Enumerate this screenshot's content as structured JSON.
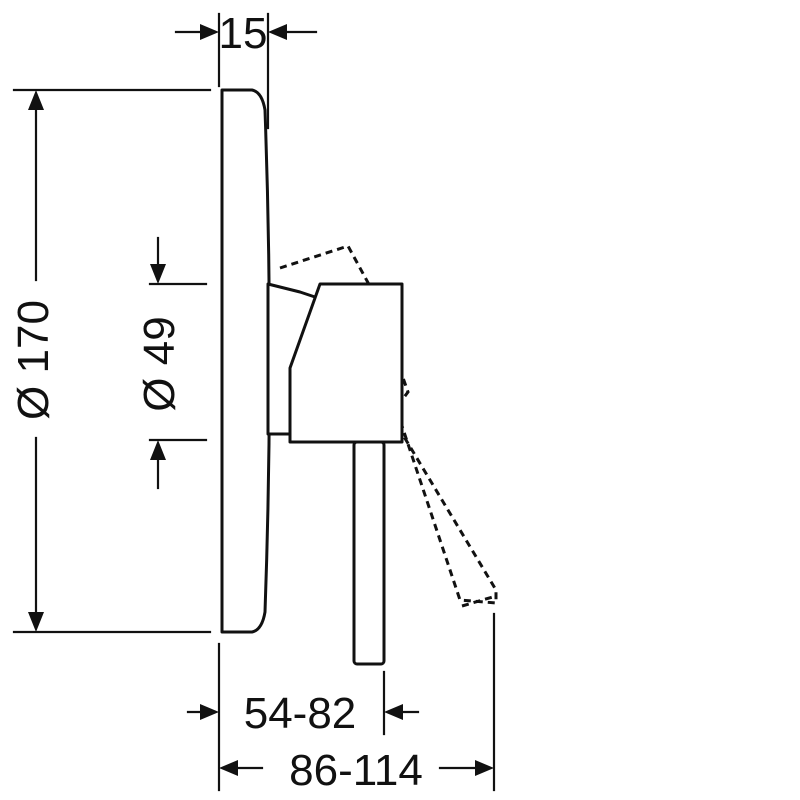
{
  "dimensions": {
    "plate_thickness": "15",
    "plate_diameter": "Ø 170",
    "sleeve_diameter": "Ø 49",
    "handle_distance": "54-82",
    "total_projection": "86-114"
  }
}
